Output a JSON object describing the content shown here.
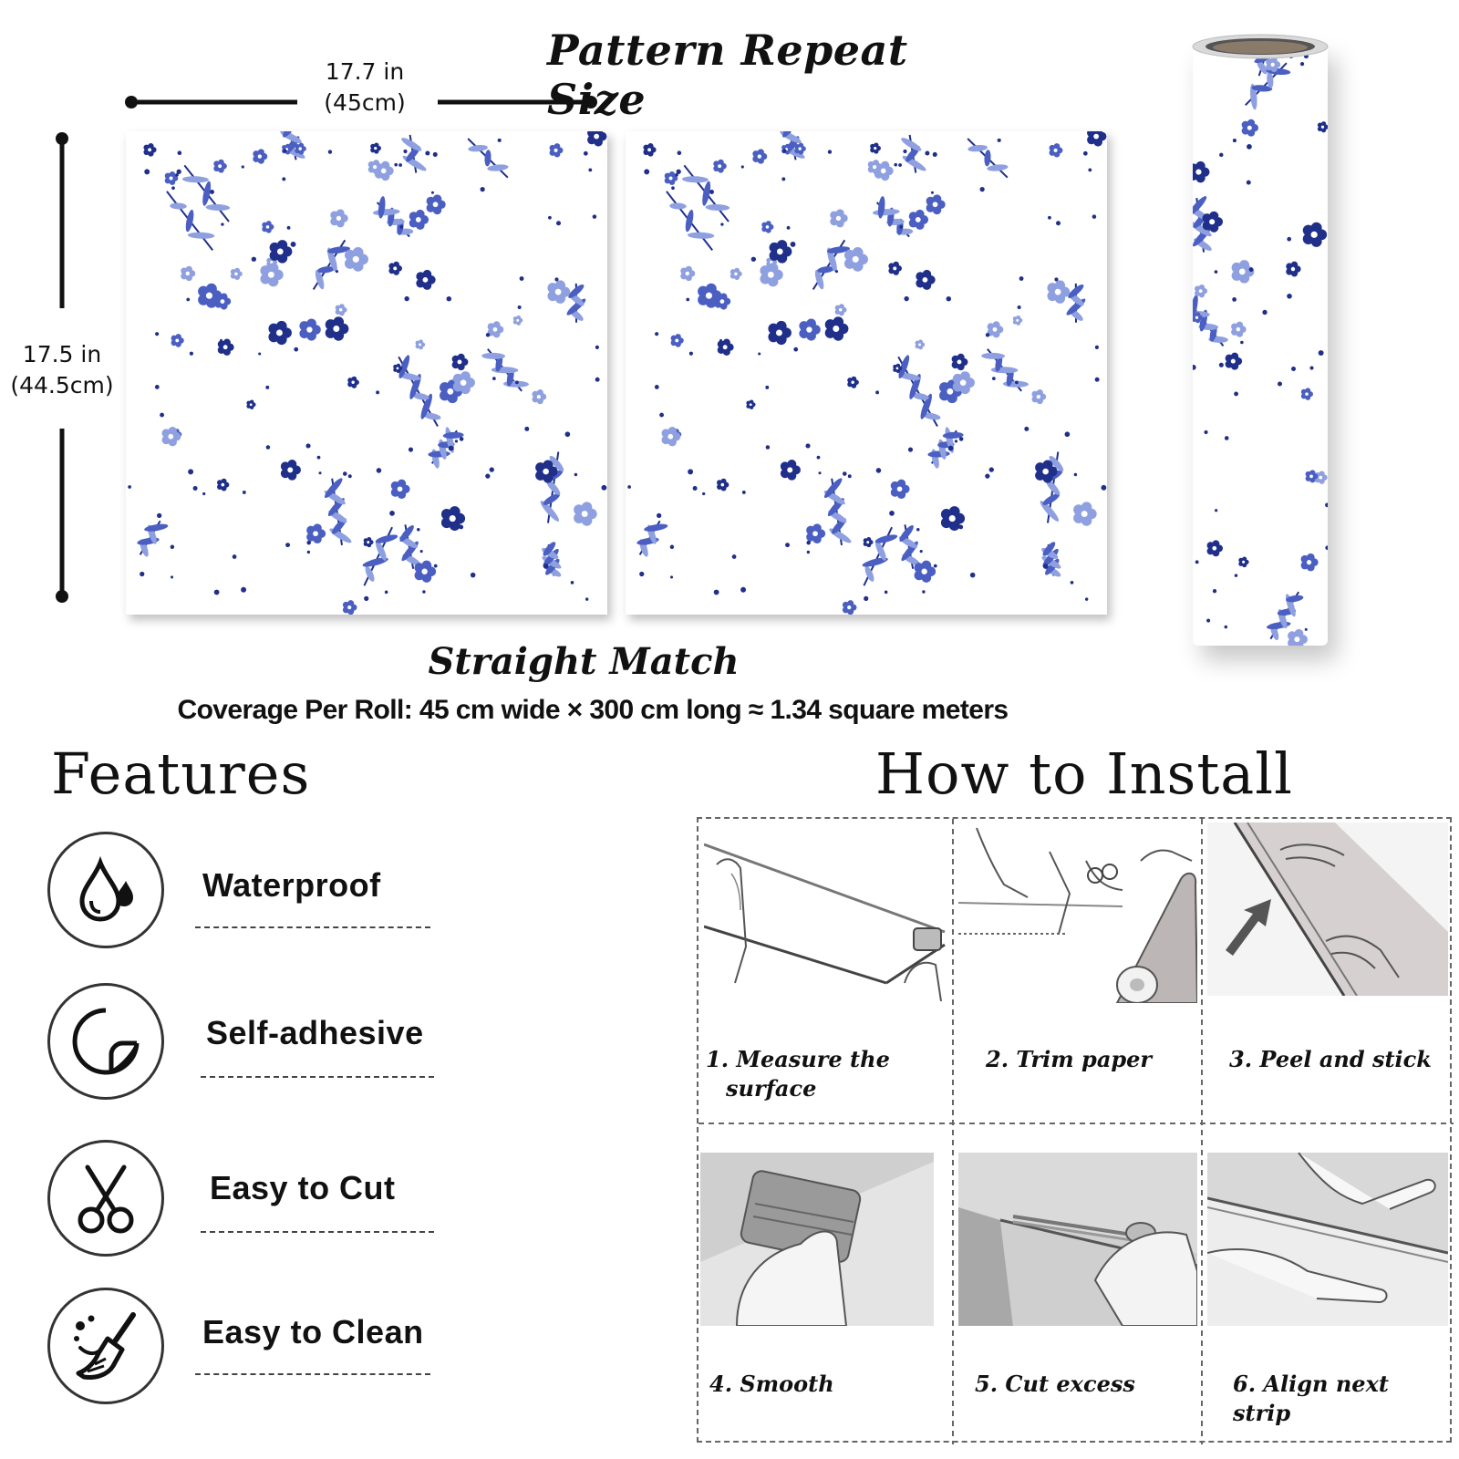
{
  "title": "Pattern Repeat Size",
  "width_label": {
    "line1": "17.7 in",
    "line2": "(45cm)"
  },
  "height_label": {
    "line1": "17.5 in",
    "line2": "(44.5cm)"
  },
  "match_type": "Straight Match",
  "coverage": "Coverage Per Roll: 45 cm wide × 300 cm long ≈ 1.34 square meters",
  "colors": {
    "pattern_blue": "#4a5fc1",
    "pattern_dark": "#1f2f8a",
    "pattern_light": "#8fa0e0"
  },
  "features": {
    "heading": "Features",
    "items": [
      {
        "label": "Waterproof",
        "icon": "water-drops-icon"
      },
      {
        "label": "Self-adhesive",
        "icon": "peel-sticker-icon"
      },
      {
        "label": "Easy to Cut",
        "icon": "scissors-icon"
      },
      {
        "label": "Easy to Clean",
        "icon": "broom-icon"
      }
    ]
  },
  "install": {
    "heading": "How to Install",
    "steps": [
      {
        "line1": "1. Measure the",
        "line2": "surface"
      },
      {
        "line1": "2. Trim paper",
        "line2": ""
      },
      {
        "line1": "3. Peel and stick",
        "line2": ""
      },
      {
        "line1": "4. Smooth",
        "line2": ""
      },
      {
        "line1": "5. Cut excess",
        "line2": ""
      },
      {
        "line1": "6. Align next strip",
        "line2": ""
      }
    ]
  }
}
